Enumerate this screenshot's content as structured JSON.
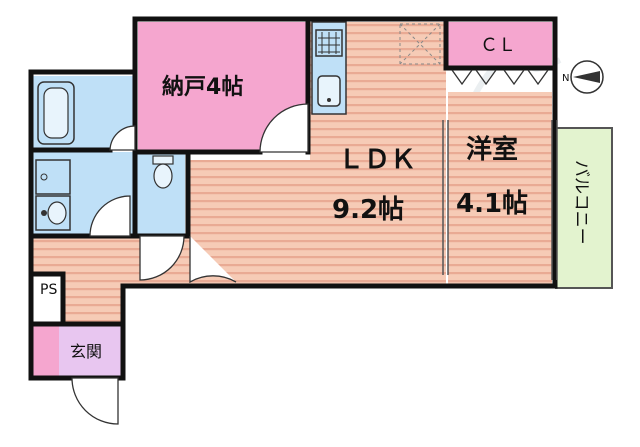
{
  "rooms": {
    "storage": {
      "name": "納戸",
      "size": "4帖"
    },
    "ldk": {
      "name": "ＬＤＫ",
      "size": "9.2帖"
    },
    "western": {
      "name": "洋室",
      "size": "4.1帖"
    },
    "closet": {
      "name": "ＣＬ"
    },
    "balcony": {
      "name": "バルコニー"
    },
    "pipe_space": {
      "name": "PS"
    },
    "entrance": {
      "name": "玄関"
    }
  },
  "compass": {
    "north": "N"
  },
  "colors": {
    "pink": "#f5a6cf",
    "wood": "#f6cbb6",
    "wood_stripe": "#e9aa94",
    "wet": "#bfe0f7",
    "entrance": "#e8c6f0",
    "balcony": "#e3f3cf",
    "wall": "#111111"
  }
}
